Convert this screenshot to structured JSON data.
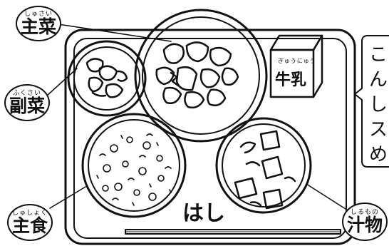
{
  "labels": {
    "shusai": {
      "ruby": "しゅさい",
      "kanji": "主菜"
    },
    "fukusai": {
      "ruby": "ふくさい",
      "kanji": "副菜"
    },
    "shushoku": {
      "ruby": "しゅしょく",
      "kanji": "主食"
    },
    "shirumono": {
      "ruby": "しるもの",
      "kanji": "汁物"
    }
  },
  "milk": {
    "ruby": "ぎゅうにゅう",
    "kanji": "牛乳"
  },
  "chopsticks_label": "はし",
  "speech_bubble": [
    "こ",
    "ん",
    "し",
    "ス",
    "め"
  ]
}
